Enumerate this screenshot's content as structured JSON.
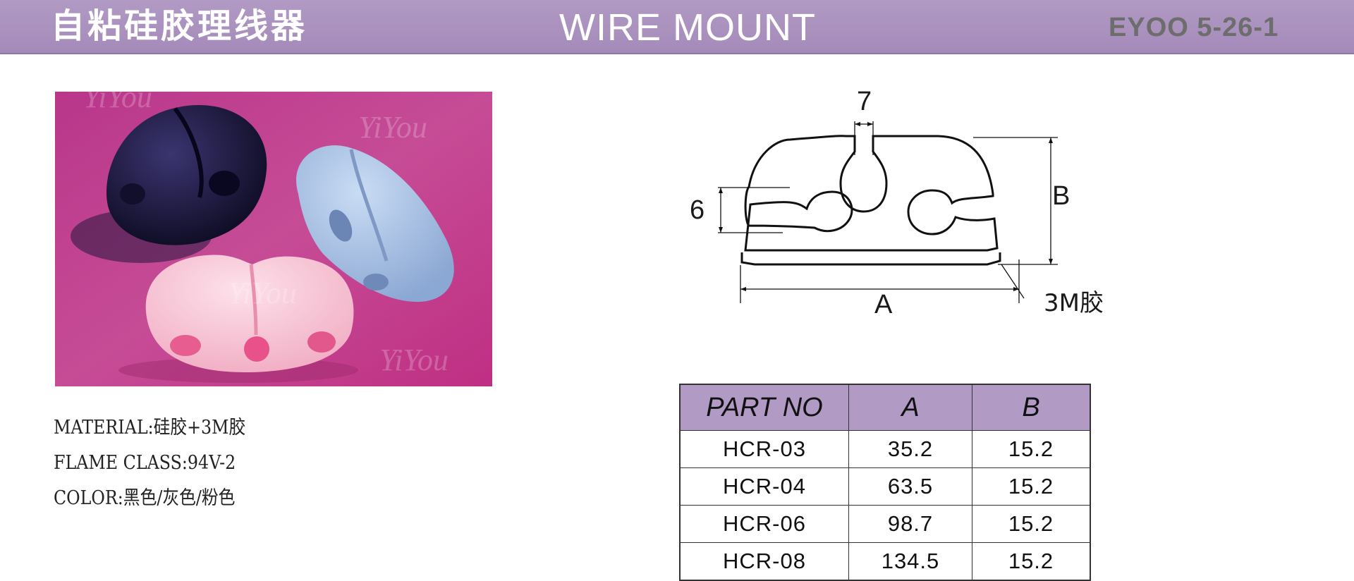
{
  "header": {
    "title_cn": "自粘硅胶理线器",
    "title_en": "WIRE MOUNT",
    "catalog_code": "EYOO 5-26-1"
  },
  "photo": {
    "watermark": "YiYou",
    "item_colors": [
      "#1c1838",
      "#a9c3e5",
      "#f2b8cb"
    ],
    "background_color": "#c0408c"
  },
  "specs": {
    "material": "MATERIAL:硅胶+3M胶",
    "flame_class": "FLAME CLASS:94V-2",
    "color": "COLOR:黑色/灰色/粉色"
  },
  "diagram": {
    "dim_slot": "7",
    "dim_hole": "6",
    "dim_width": "A",
    "dim_height": "B",
    "adhesive_label": "3M胶"
  },
  "table": {
    "headers": [
      "PART NO",
      "A",
      "B"
    ],
    "rows": [
      [
        "HCR-03",
        "35.2",
        "15.2"
      ],
      [
        "HCR-04",
        "63.5",
        "15.2"
      ],
      [
        "HCR-06",
        "98.7",
        "15.2"
      ],
      [
        "HCR-08",
        "134.5",
        "15.2"
      ]
    ],
    "header_color": "#b19ac4"
  }
}
